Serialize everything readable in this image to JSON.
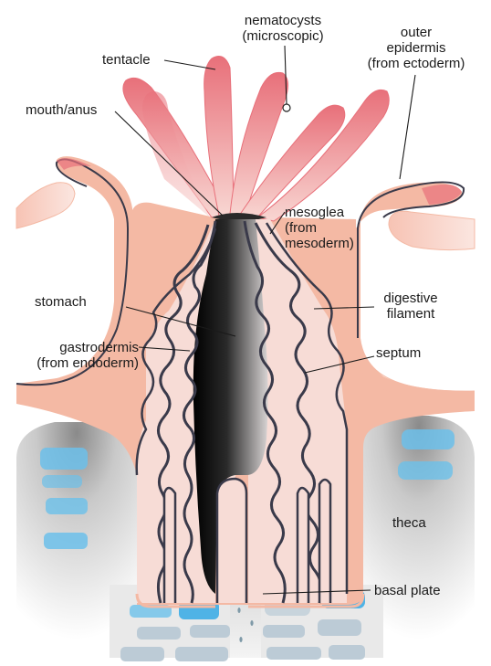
{
  "labels": {
    "nematocysts": "nematocysts",
    "nematocysts_sub": "(microscopic)",
    "tentacle": "tentacle",
    "outer_epidermis": "outer",
    "outer_epidermis_2": "epidermis",
    "outer_epidermis_3": "(from ectoderm)",
    "mouth_anus": "mouth/anus",
    "mesoglea": "mesoglea",
    "mesoglea_2": "(from",
    "mesoglea_3": "mesoderm)",
    "stomach": "stomach",
    "digestive": "digestive",
    "digestive_2": "filament",
    "gastrodermis": "gastrodermis",
    "gastrodermis_2": "(from endoderm)",
    "septum": "septum",
    "theca": "theca",
    "basal_plate": "basal plate"
  },
  "colors": {
    "tissue": "#f4b9a4",
    "tentacle_dark": "#e8707a",
    "tentacle_light": "#f6c6c4",
    "septa_fill": "#f7dcd6",
    "outline": "#3a3a4a",
    "stomach_dark": "#111111",
    "skeleton_light": "#d2d2d2",
    "calcite_blue": "#6cc0ea",
    "calcite_grey": "#bccbd6"
  }
}
